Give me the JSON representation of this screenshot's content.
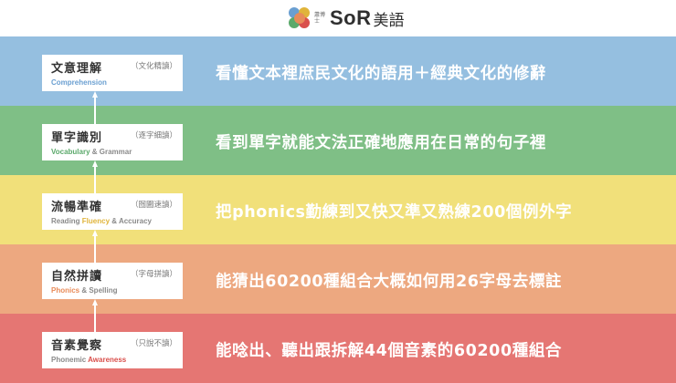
{
  "brand": {
    "small_text": "蕭博士",
    "name": "SoR",
    "name_cn": "美語"
  },
  "colors": {
    "band_blue": "#95bfe0",
    "band_green": "#7fbf86",
    "band_yellow": "#f1e07a",
    "band_orange": "#eda880",
    "band_red": "#e57673",
    "en_blue": "#6a9fd1",
    "en_green": "#5ba96b",
    "en_yellow": "#e0b43a",
    "en_orange": "#e88b59",
    "en_red": "#d9504c"
  },
  "levels": [
    {
      "title": "文意理解",
      "note": "（文化精讀）",
      "en_parts": [
        {
          "text": "Comprehension",
          "hl": true
        }
      ],
      "description": "看懂文本裡庶民文化的語用＋經典文化的修辭"
    },
    {
      "title": "單字識別",
      "note": "（逐字細讀）",
      "en_parts": [
        {
          "text": "Vocabulary",
          "hl": true
        },
        {
          "text": " & Grammar",
          "hl": false
        }
      ],
      "description": "看到單字就能文法正確地應用在日常的句子裡"
    },
    {
      "title": "流暢準確",
      "note": "（囫圇速讀）",
      "en_parts": [
        {
          "text": "Reading ",
          "hl": false
        },
        {
          "text": "Fluency",
          "hl": true
        },
        {
          "text": " & Accuracy",
          "hl": false
        }
      ],
      "description": "把phonics勤練到又快又準又熟練200個例外字"
    },
    {
      "title": "自然拼讀",
      "note": "（字母拼讀）",
      "en_parts": [
        {
          "text": "Phonics",
          "hl": true
        },
        {
          "text": " & Spelling",
          "hl": false
        }
      ],
      "description": "能猜出60200種組合大概如何用26字母去標註"
    },
    {
      "title": "音素覺察",
      "note": "（只說不讀）",
      "en_parts": [
        {
          "text": "Phonemic ",
          "hl": false
        },
        {
          "text": "Awareness",
          "hl": true
        }
      ],
      "description": "能唸出、聽出跟拆解44個音素的60200種組合"
    }
  ]
}
